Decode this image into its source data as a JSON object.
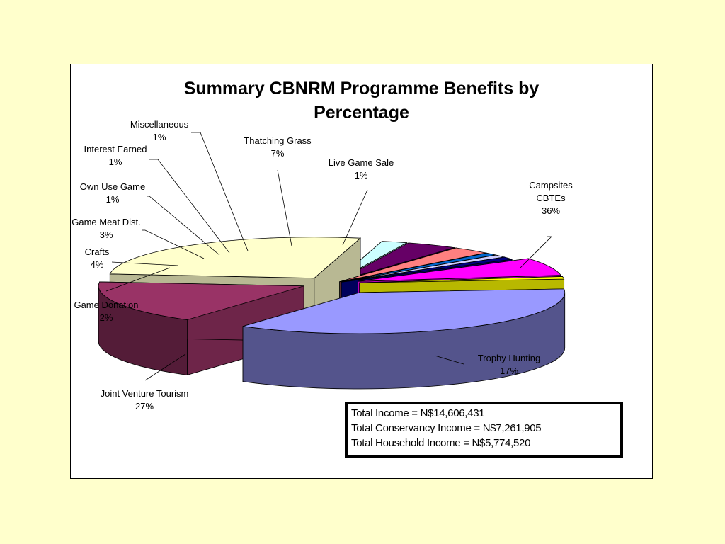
{
  "chart_data": {
    "type": "pie",
    "title_lines": [
      "Summary CBNRM Programme Benefits by",
      "Percentage"
    ],
    "slices": [
      {
        "label": [
          "Campsites",
          "CBTEs"
        ],
        "value": 36,
        "pct": "36%",
        "color": "#9999ff"
      },
      {
        "label": [
          "Trophy Hunting"
        ],
        "value": 17,
        "pct": "17%",
        "color": "#993366"
      },
      {
        "label": [
          "Joint Venture Tourism"
        ],
        "value": 27,
        "pct": "27%",
        "color": "#ffffcc"
      },
      {
        "label": [
          "Game Donation"
        ],
        "value": 2,
        "pct": "2%",
        "color": "#ccffff"
      },
      {
        "label": [
          "Crafts"
        ],
        "value": 4,
        "pct": "4%",
        "color": "#660066"
      },
      {
        "label": [
          "Game Meat Dist."
        ],
        "value": 3,
        "pct": "3%",
        "color": "#ff8080"
      },
      {
        "label": [
          "Own Use Game"
        ],
        "value": 1,
        "pct": "1%",
        "color": "#0066cc"
      },
      {
        "label": [
          "Interest Earned"
        ],
        "value": 1,
        "pct": "1%",
        "color": "#ccccff"
      },
      {
        "label": [
          "Miscellaneous"
        ],
        "value": 1,
        "pct": "1%",
        "color": "#000080"
      },
      {
        "label": [
          "Thatching Grass"
        ],
        "value": 7,
        "pct": "7%",
        "color": "#ff00ff"
      },
      {
        "label": [
          "Live Game Sale"
        ],
        "value": 1,
        "pct": "1%",
        "color": "#ffff00"
      }
    ]
  },
  "summary_box": {
    "line1": "Total Income = N$14,606,431",
    "line2": "Total Conservancy Income = N$7,261,905",
    "line3": "Total Household Income = N$5,774,520"
  }
}
